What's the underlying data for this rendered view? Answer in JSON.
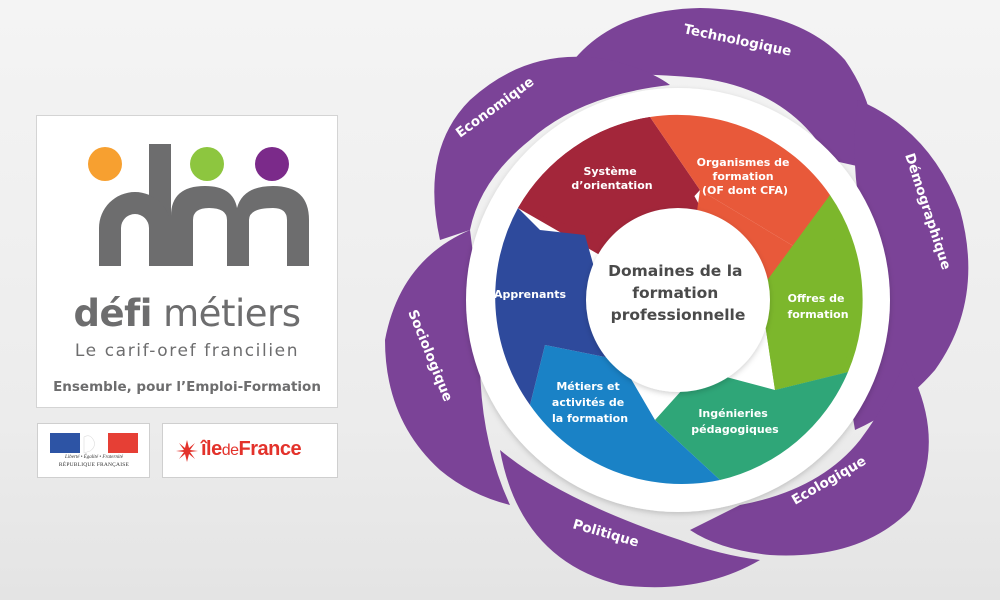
{
  "logo": {
    "brand_bold": "défi",
    "brand_light": " métiers",
    "subtitle": "Le carif-oref francilien",
    "tagline": "Ensemble, pour l’Emploi-Formation",
    "dot_colors": [
      "#f7a030",
      "#8dc63f",
      "#7b2a8a"
    ],
    "mark_color": "#6d6d6e"
  },
  "partners": {
    "republique": {
      "motto": "Liberté • Égalité • Fraternité",
      "name": "RÉPUBLIQUE FRANÇAISE",
      "colors": [
        "#2d54a5",
        "#ffffff",
        "#e63f35"
      ]
    },
    "iledefrance": {
      "part1": "île",
      "part2": "de",
      "part3": "France",
      "color": "#e3322b"
    }
  },
  "diagram": {
    "center": "Domaines de la formation professionnelle",
    "center_lines": [
      "Domaines de la",
      "formation",
      "professionnelle"
    ],
    "petal_color": "#7b4397",
    "petals": [
      {
        "label": "Technologique"
      },
      {
        "label": "Démographique"
      },
      {
        "label": "Ecologique"
      },
      {
        "label": "Politique"
      },
      {
        "label": "Sociologique"
      },
      {
        "label": "Economique"
      }
    ],
    "segments": [
      {
        "label": "Système d’orientation",
        "lines": [
          "Système",
          "d’orientation"
        ],
        "color": "#a3263a"
      },
      {
        "label": "Organismes de formation (OF dont CFA)",
        "lines": [
          "Organismes de",
          "formation",
          "(OF dont CFA)"
        ],
        "color": "#e8593a"
      },
      {
        "label": "Offres de formation",
        "lines": [
          "Offres de",
          "formation"
        ],
        "color": "#7cb72c"
      },
      {
        "label": "Ingénieries pédagogiques",
        "lines": [
          "Ingénieries",
          "pédagogiques"
        ],
        "color": "#2fa678"
      },
      {
        "label": "Métiers et activités de la formation",
        "lines": [
          "Métiers et",
          "activités de",
          "la formation"
        ],
        "color": "#1a82c6"
      },
      {
        "label": "Apprenants",
        "lines": [
          "Apprenants"
        ],
        "color": "#2e4a9c"
      }
    ]
  }
}
